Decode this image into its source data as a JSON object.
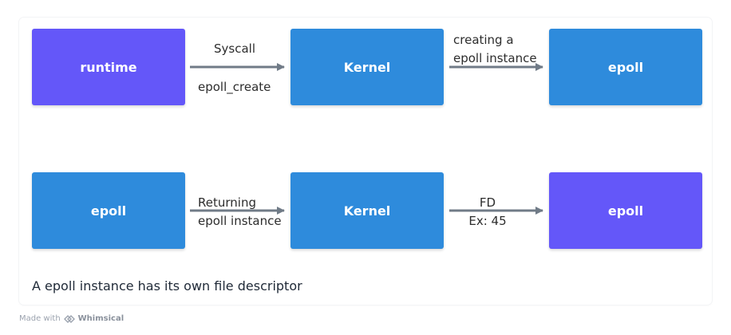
{
  "colors": {
    "purple": "#6457f9",
    "blue": "#2e8bdc",
    "arrow": "#707b87"
  },
  "rows": [
    {
      "boxes": [
        {
          "label": "runtime",
          "color": "purple"
        },
        {
          "label": "Kernel",
          "color": "blue"
        },
        {
          "label": "epoll",
          "color": "blue"
        }
      ],
      "arrow1": {
        "above": "Syscall",
        "below": "epoll_create"
      },
      "arrow2": {
        "line1": "creating a",
        "line2": "epoll instance"
      }
    },
    {
      "boxes": [
        {
          "label": "epoll",
          "color": "blue"
        },
        {
          "label": "Kernel",
          "color": "blue"
        },
        {
          "label": "epoll",
          "color": "purple"
        }
      ],
      "arrow1": {
        "line1": "Returning",
        "line2": "epoll instance"
      },
      "arrow2": {
        "line1": "FD",
        "line2": "Ex: 45"
      }
    }
  ],
  "caption": "A epoll instance has its own file descriptor",
  "watermark": {
    "prefix": "Made with",
    "brand": "Whimsical",
    "icon": "whimsical-logo-icon"
  }
}
